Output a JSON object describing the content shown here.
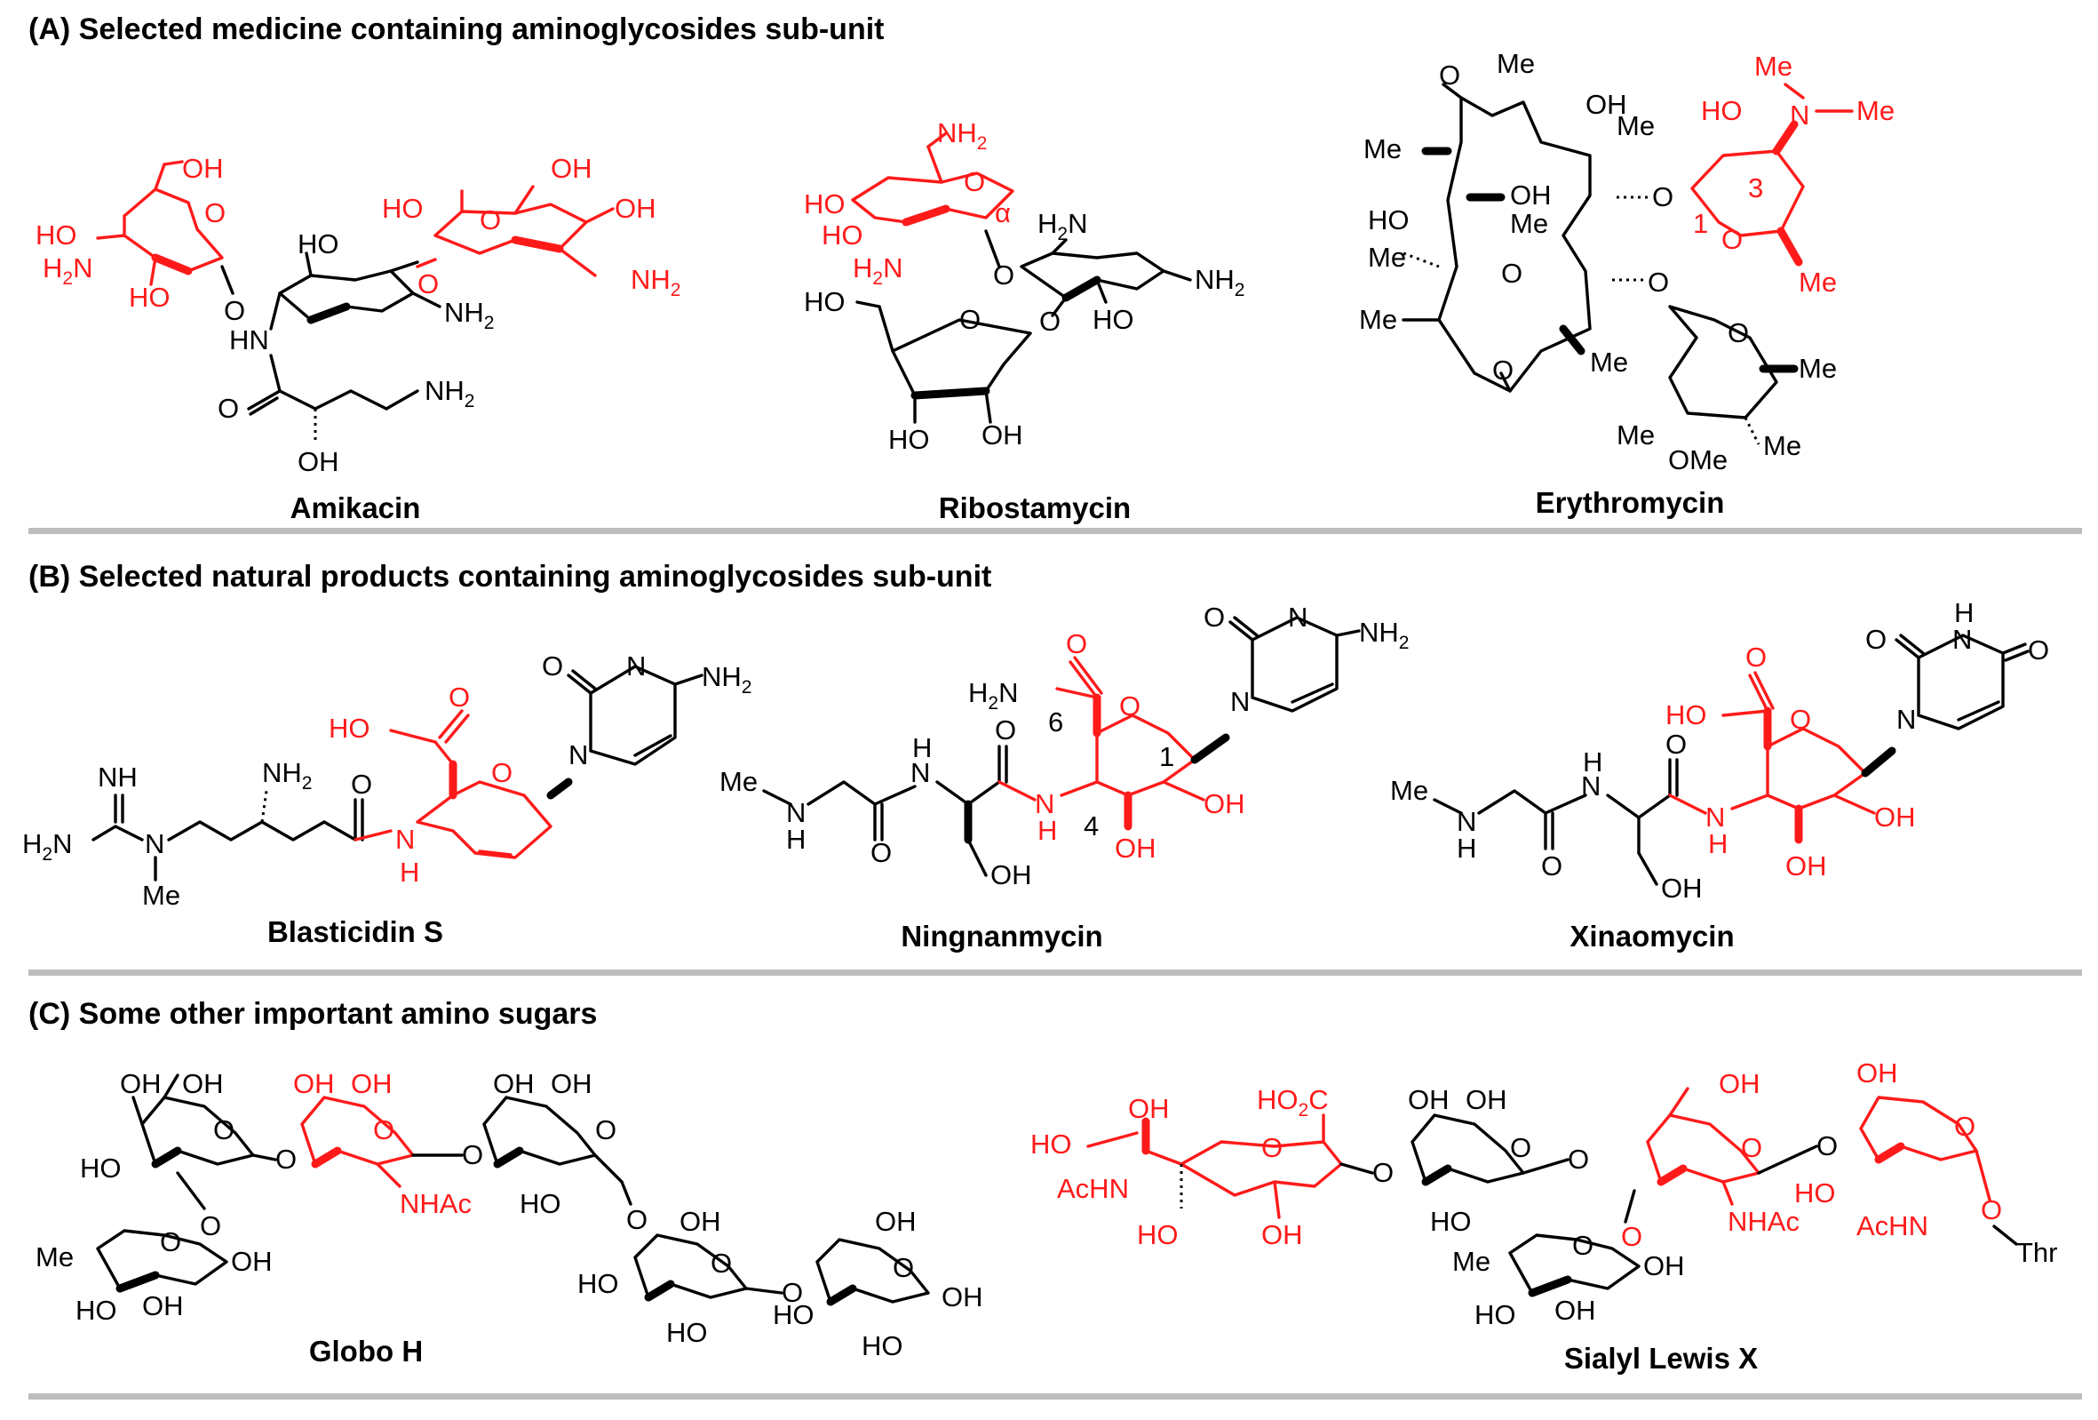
{
  "sections": {
    "a": {
      "title": "(A) Selected medicine containing aminoglycosides sub-unit",
      "items": [
        "Amikacin",
        "Ribostamycin",
        "Erythromycin"
      ]
    },
    "b": {
      "title": "(B) Selected natural products containing aminoglycosides sub-unit",
      "items": [
        "Blasticidin S",
        "Ningnanmycin",
        "Xinaomycin"
      ]
    },
    "c": {
      "title": "(C) Some other important amino sugars",
      "items": [
        "Globo H",
        "Sialyl Lewis X"
      ]
    }
  },
  "labels": {
    "oh": "OH",
    "ho": "HO",
    "nh2": "NH",
    "h2n": "H",
    "two": "2",
    "hn": "HN",
    "o": "O",
    "me": "Me",
    "et_me": "Me",
    "nh": "NH",
    "n": "N",
    "h": "H",
    "ome": "OMe",
    "ho2c": "HO",
    "c": "C",
    "nhac": "NHAc",
    "achn": "AcHN",
    "thr": "Thr",
    "one": "1",
    "three": "3",
    "four": "4",
    "six": "6"
  },
  "colors": {
    "highlight": "#ff1a1a",
    "structure": "#000000",
    "divider": "#bdbdbd"
  }
}
